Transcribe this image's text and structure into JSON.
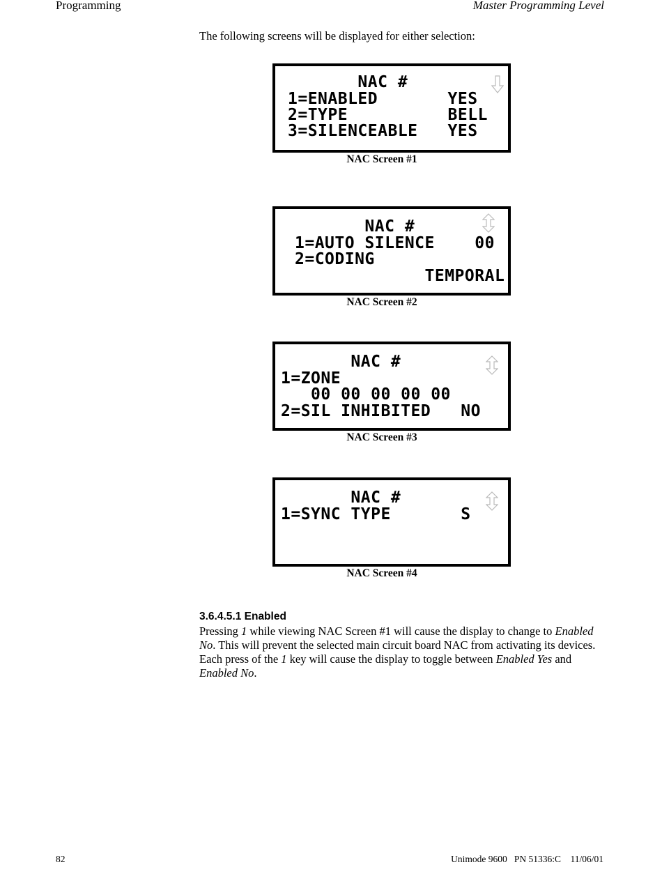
{
  "header": {
    "left": "Programming",
    "right": "Master Programming Level"
  },
  "intro": "The following screens will be displayed for either selection:",
  "screens": [
    {
      "lines": [
        "       NAC #",
        "1=ENABLED       YES",
        "2=TYPE          BELL",
        "3=SILENCEABLE   YES"
      ],
      "arrow_icon": "down-arrow-icon",
      "caption": "NAC Screen  #1"
    },
    {
      "lines": [
        "       NAC #",
        "1=AUTO SILENCE    00",
        "2=CODING",
        "             TEMPORAL"
      ],
      "arrow_icon": "up-down-arrow-icon",
      "caption": "NAC Screen #2"
    },
    {
      "lines": [
        "       NAC #",
        "1=ZONE",
        "   00 00 00 00 00",
        "2=SIL INHIBITED   NO"
      ],
      "arrow_icon": "up-down-arrow-icon",
      "caption": "NAC Screen #3"
    },
    {
      "lines": [
        "       NAC #",
        "1=SYNC TYPE       S",
        "",
        ""
      ],
      "arrow_icon": "up-down-arrow-icon",
      "caption": "NAC Screen #4"
    }
  ],
  "section": {
    "heading": "3.6.4.5.1  Enabled",
    "p1": "Pressing ",
    "p2": "1",
    "p3": " while viewing NAC Screen #1 will cause the display to change to ",
    "p4": "Enabled No",
    "p5": ".  This will prevent the selected main circuit board NAC from activating its devices. Each press of the ",
    "p6": "1",
    "p7": " key will cause the display to toggle between ",
    "p8": "Enabled Yes",
    "p9": " and ",
    "p10": "Enabled No",
    "p11": "."
  },
  "footer": {
    "page_number": "82",
    "doc_id": "Unimode 9600   PN 51336:C    11/06/01"
  }
}
